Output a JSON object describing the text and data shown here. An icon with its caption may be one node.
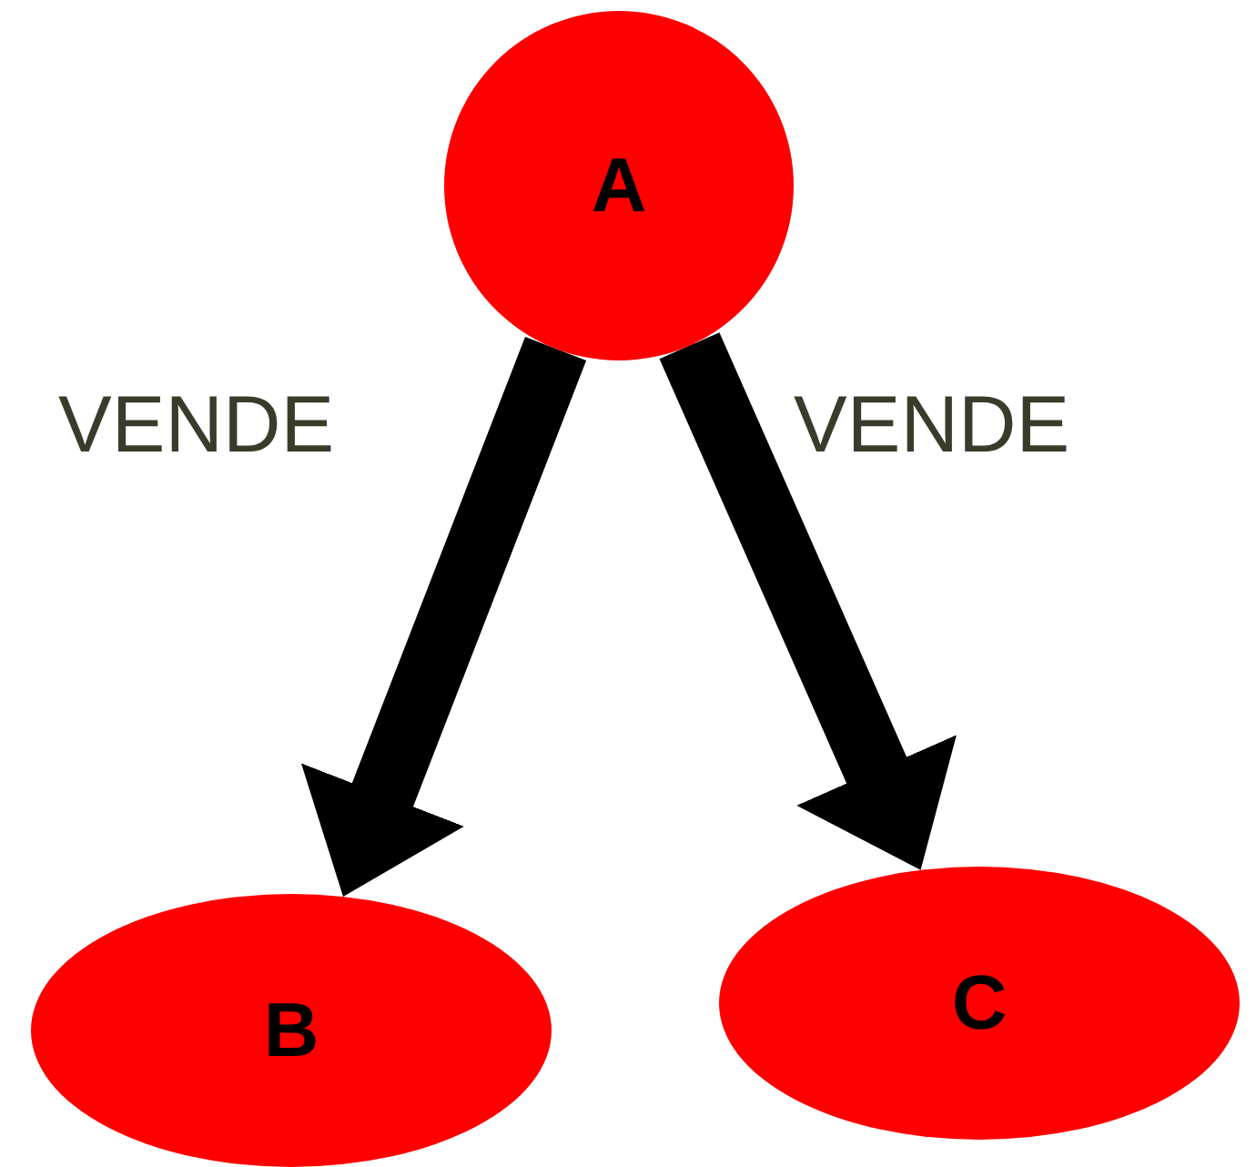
{
  "diagram": {
    "nodes": [
      {
        "text": [
          "A"
        ]
      },
      {
        "text": [
          "B"
        ]
      },
      {
        "text": [
          "C"
        ]
      }
    ],
    "edges": [
      {
        "from": 0,
        "to": 1,
        "arrow": "to",
        "label": "VENDE"
      },
      {
        "from": 0,
        "to": 2,
        "arrow": "to",
        "label": "VENDE"
      }
    ]
  }
}
